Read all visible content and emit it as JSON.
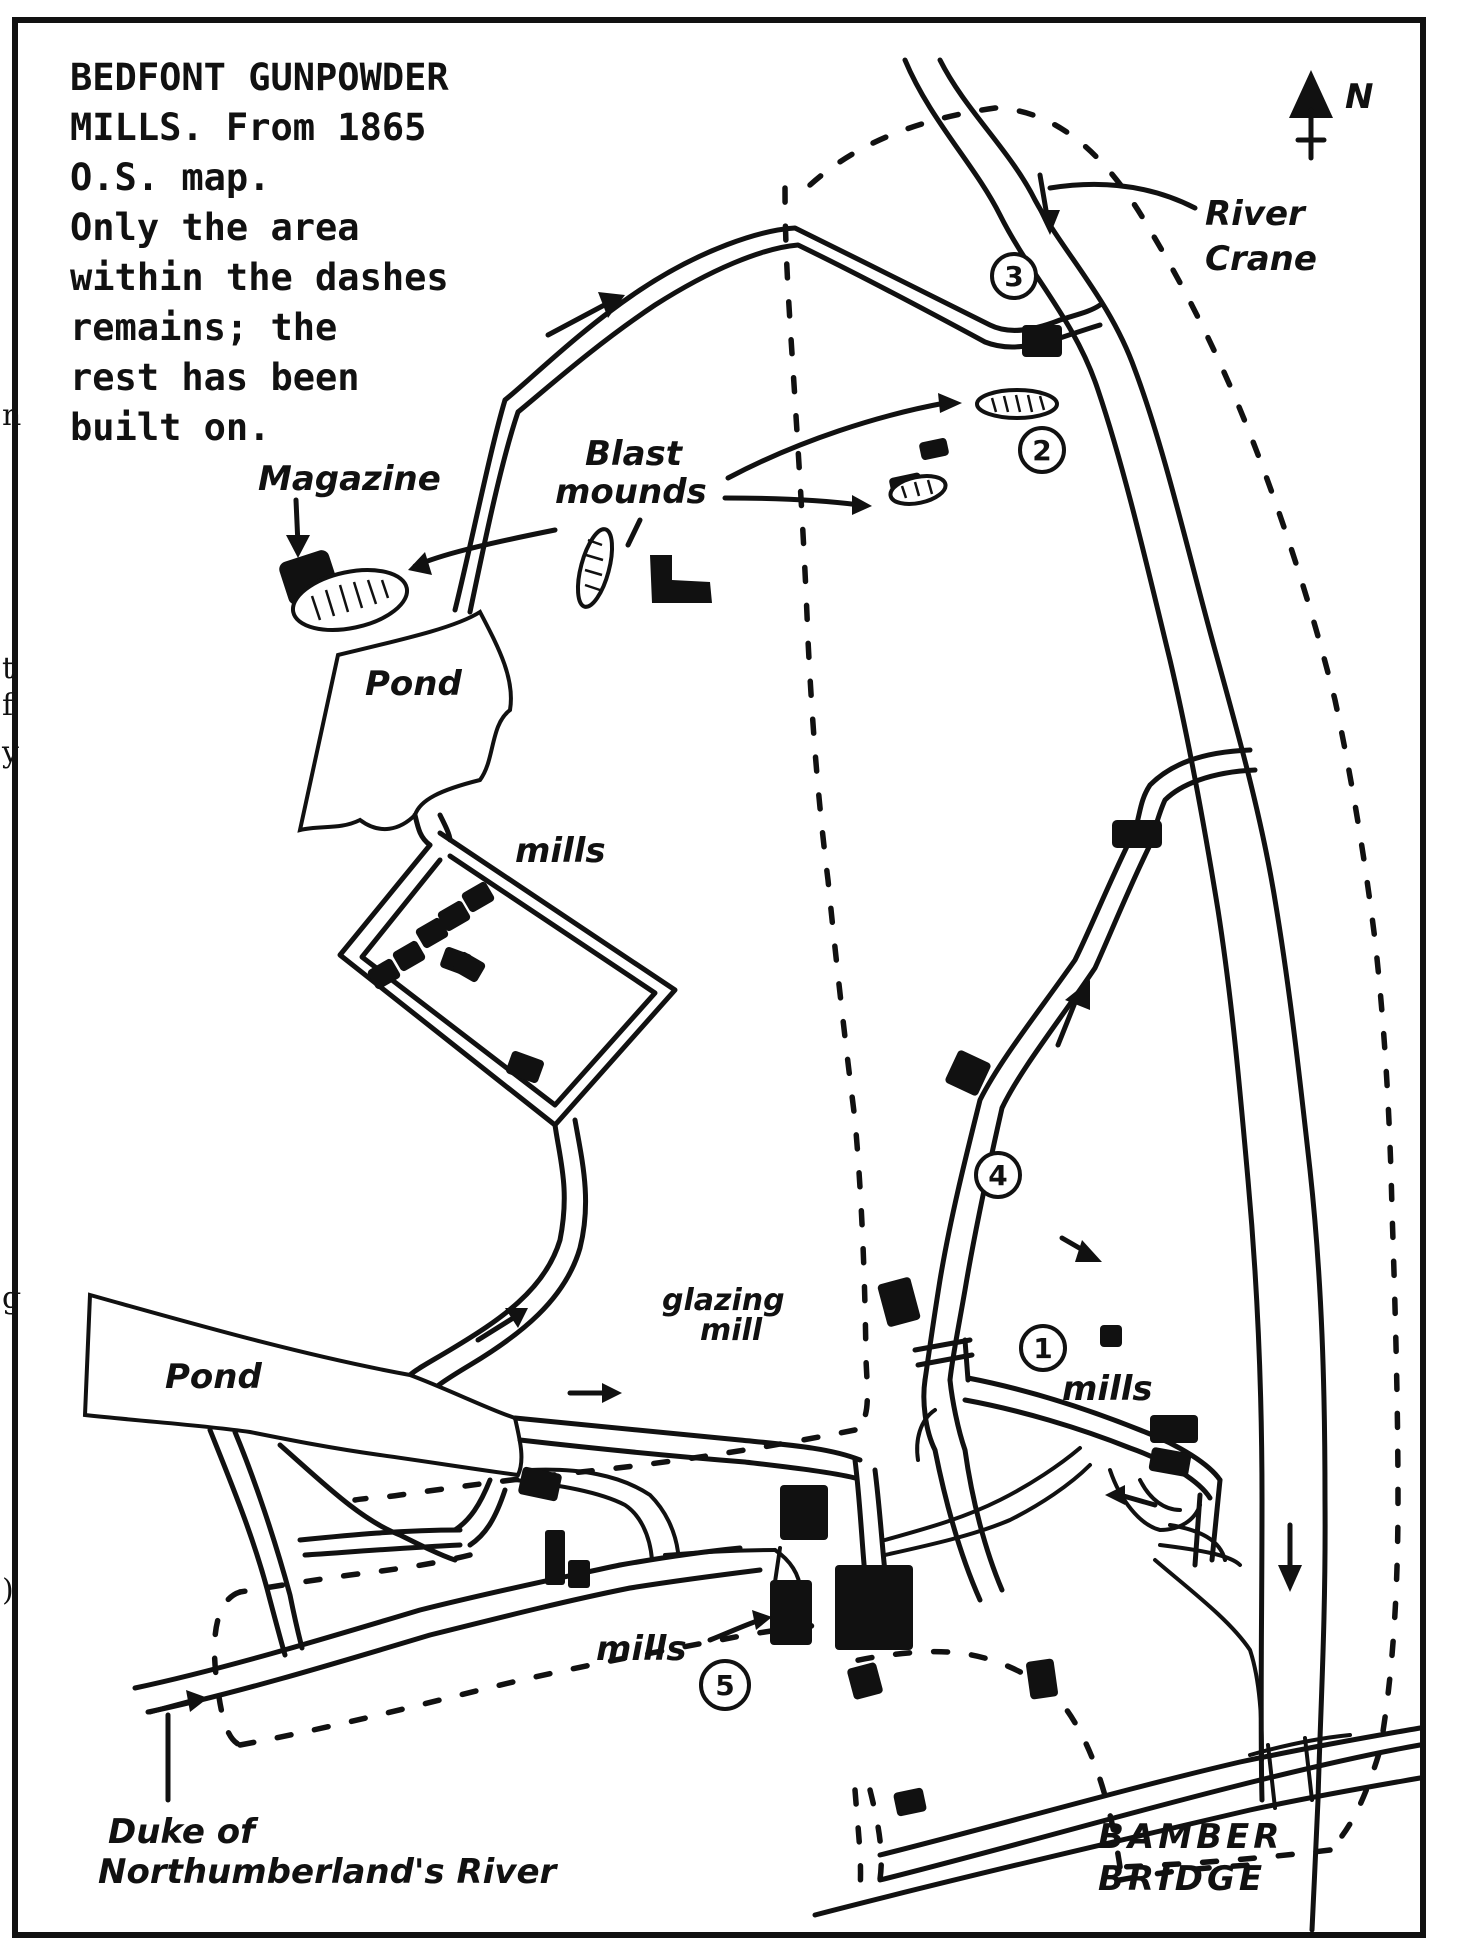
{
  "title_block": {
    "line1": "BEDFONT GUNPOWDER",
    "line2": "MILLS. From 1865",
    "line3": "O.S. map.",
    "line4": "Only the area",
    "line5": "within the dashes",
    "line6": "remains; the",
    "line7": "rest has been",
    "line8": "built on."
  },
  "north": {
    "label": "N"
  },
  "labels": {
    "magazine": "Magazine",
    "blast_line1": "Blast",
    "blast_line2": "mounds",
    "pond_upper": "Pond",
    "mills_upper": "mills",
    "pond_lower": "Pond",
    "glazing_line1": "glazing",
    "glazing_line2": "mill",
    "mills_right": "mills",
    "mills_bottom": "mills",
    "river_crane_line1": "River",
    "river_crane_line2": "Crane",
    "duke_line1": "Duke of",
    "duke_line2": "Northumberland's River",
    "bamber_line1": "BAMBER",
    "bamber_line2": "BRIDGE"
  },
  "numbered_sites": [
    "3",
    "2",
    "4",
    "1",
    "5"
  ],
  "edge_marks": [
    "n",
    "t",
    "f",
    "y",
    "g",
    ")"
  ]
}
